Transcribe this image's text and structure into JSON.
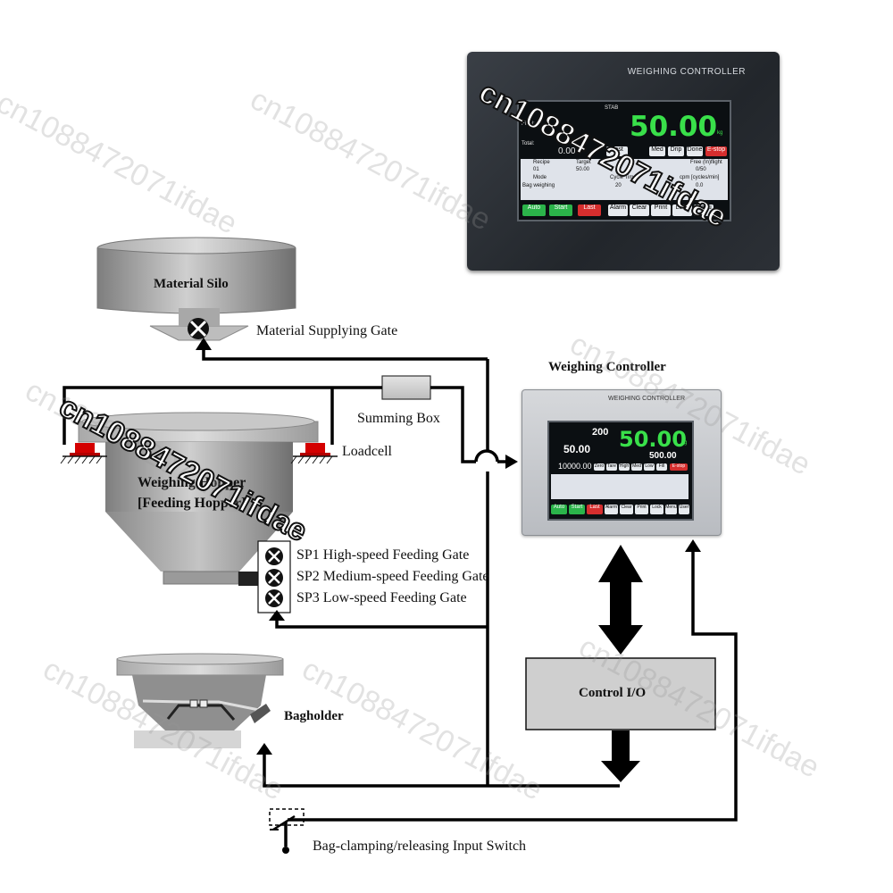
{
  "labels": {
    "material_silo": "Material Silo",
    "material_gate": "Material Supplying Gate",
    "summing_box": "Summing Box",
    "loadcell": "Loadcell",
    "hopper_line1": "Weighing Hopper",
    "hopper_line2": "[Feeding Hopper]",
    "sp1": "SP1 High-speed Feeding Gate",
    "sp2": "SP2 Medium-speed Feeding Gate",
    "sp3": "SP3 Low-speed Feeding Gate",
    "bagholder": "Bagholder",
    "weighing_controller": "Weighing Controller",
    "control_io": "Control I/O",
    "bag_switch": "Bag-clamping/releasing Input Switch"
  },
  "photo_controller": {
    "brand": "WEIGHING CONTROLLER",
    "status": "STAB",
    "weight": "50.00",
    "unit": "kg",
    "final_label": "Final:",
    "total_label": "Total:",
    "total_value": "0.00",
    "recipe_label": "Recipe",
    "recipe_value": "01",
    "target_label": "Target",
    "target_value": "50.00",
    "mode_label": "Mode",
    "mode_value": "Bag weighing",
    "free_label": "Free (In)flight",
    "free_value": "0/50",
    "cycle_label": "Cycle Time",
    "cycle_value": "20",
    "speed_label": "cpm [cycles/min]",
    "speed_value": "0.0",
    "buttons": [
      "Auto",
      "Start",
      "Last",
      "Alarm",
      "Clear",
      "Print",
      "Lock",
      "Menu"
    ],
    "phase_buttons": [
      "Fast",
      "Med",
      "Drip",
      "Done",
      "E-stop"
    ]
  },
  "mid_controller": {
    "brand": "WEIGHING CONTROLLER",
    "count": "200",
    "final": "50.00",
    "total": "10000.00",
    "weight": "50.00",
    "unit": "kg",
    "target": "500.00",
    "phase_buttons": [
      "Zero",
      "Tare",
      "High",
      "Med",
      "Low",
      "Fill",
      "E-stop"
    ],
    "buttons": [
      "Auto",
      "Start",
      "Last",
      "Alarm",
      "Clear",
      "Print",
      "Lock",
      "Menu",
      "User"
    ]
  },
  "watermark": "cn1088472071ifdae",
  "colors": {
    "line": "#000000",
    "loadcell": "#d40000",
    "screen_green": "#39e04a",
    "stop_red": "#d62e2e",
    "go_green": "#2bb44a"
  }
}
